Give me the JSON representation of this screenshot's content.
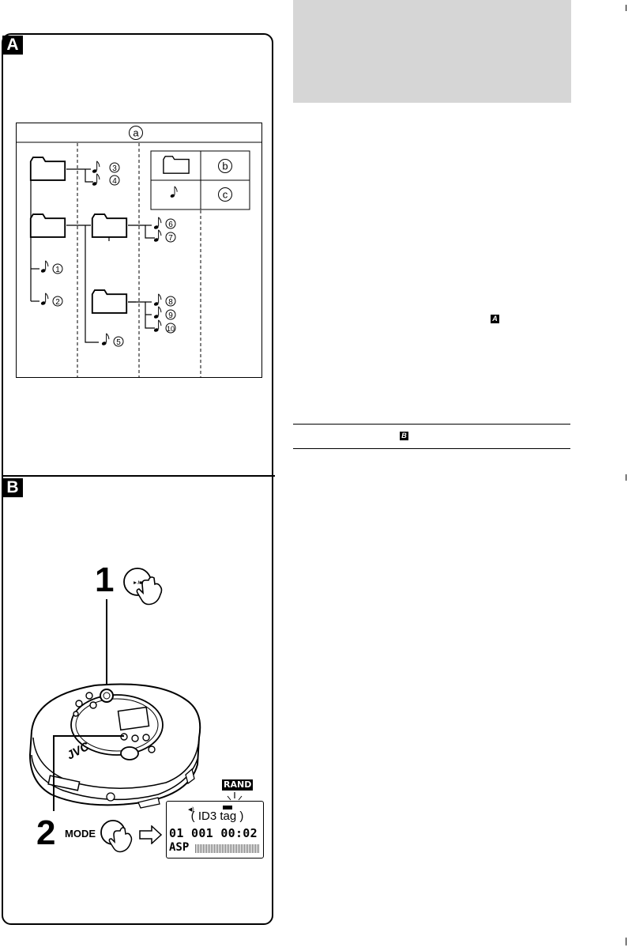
{
  "section_a": {
    "badge": "A"
  },
  "section_b": {
    "badge": "B"
  },
  "tree": {
    "header_label": "a",
    "legend": {
      "folder_label": "b",
      "track_label": "c"
    },
    "track_numbers": [
      "1",
      "2",
      "3",
      "4",
      "5",
      "6",
      "7",
      "8",
      "9",
      "10"
    ]
  },
  "ref_a": "A",
  "ref_b": "B",
  "steps": {
    "step1_number": "1",
    "step2_number": "2",
    "mode_label": "MODE",
    "play_button_label": "►/■"
  },
  "player": {
    "brand": "JVC"
  },
  "display": {
    "rand_label": "RAND",
    "tag_text": "( ID3 tag )",
    "line_main": "01 001 00:02",
    "asp_label": "ASP"
  }
}
